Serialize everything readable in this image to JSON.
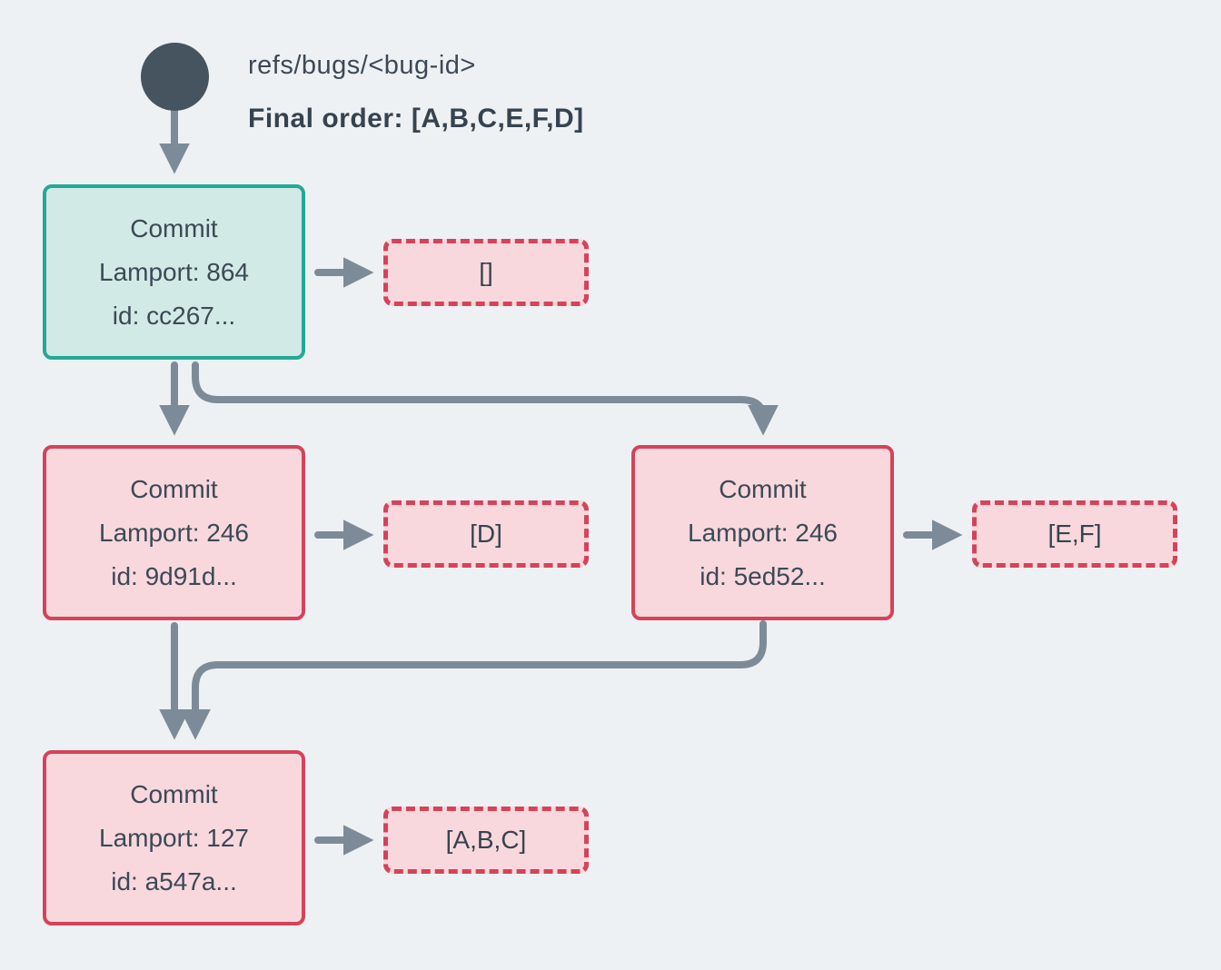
{
  "colors": {
    "background": "#eef1f4",
    "text": "#3c4956",
    "arrow": "#7d8b99",
    "head_node_border": "#23a996",
    "head_node_fill": "#d2eae6",
    "commit_node_border": "#d54359",
    "commit_node_fill": "#f8d8dd"
  },
  "ref": {
    "name": "refs/bugs/<bug-id>",
    "final_order": "Final order: [A,B,C,E,F,D]"
  },
  "commits": [
    {
      "title": "Commit",
      "lamport": "Lamport: 864",
      "id": "id: cc267..."
    },
    {
      "title": "Commit",
      "lamport": "Lamport: 246",
      "id": "id: 9d91d..."
    },
    {
      "title": "Commit",
      "lamport": "Lamport: 246",
      "id": "id: 5ed52..."
    },
    {
      "title": "Commit",
      "lamport": "Lamport: 127",
      "id": "id: a547a..."
    }
  ],
  "operations": [
    {
      "label": "[]"
    },
    {
      "label": "[D]"
    },
    {
      "label": "[E,F]"
    },
    {
      "label": "[A,B,C]"
    }
  ]
}
